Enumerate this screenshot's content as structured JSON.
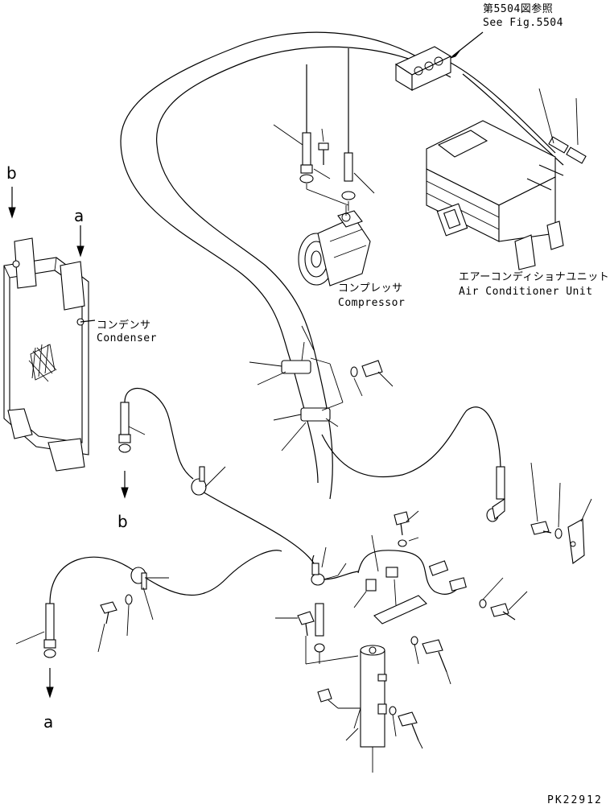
{
  "labels": {
    "ref_jp": "第5504図参照",
    "ref_en": "See Fig.5504",
    "ac_unit_jp": "エアーコンディショナユニット",
    "ac_unit_en": "Air Conditioner Unit",
    "compressor_jp": "コンプレッサ",
    "compressor_en": "Compressor",
    "condenser_jp": "コンデンサ",
    "condenser_en": "Condenser",
    "code": "PK22912"
  },
  "connectors": {
    "a": "a",
    "b": "b"
  },
  "icons": [
    "arrow-down-icon"
  ]
}
